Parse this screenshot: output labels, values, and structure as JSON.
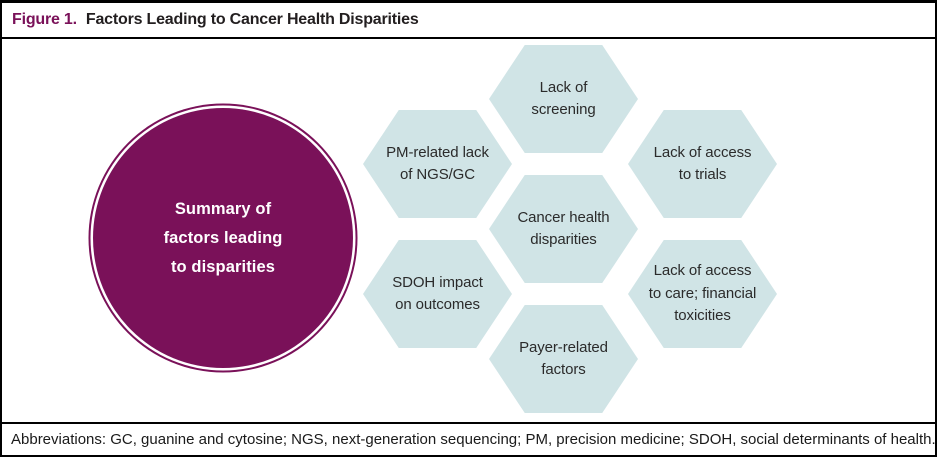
{
  "header": {
    "figure_label": "Figure 1.",
    "title": "Factors Leading to Cancer Health Disparities"
  },
  "circle": {
    "label": "Summary of\nfactors leading\nto disparities"
  },
  "hexagons": [
    {
      "id": "lack-of-screening",
      "label": "Lack of\nscreening"
    },
    {
      "id": "pm-related-lack",
      "label": "PM-related lack\nof NGS/GC"
    },
    {
      "id": "lack-of-access-to-trials",
      "label": "Lack of access\nto trials"
    },
    {
      "id": "cancer-health-disparities",
      "label": "Cancer health\ndisparities"
    },
    {
      "id": "sdoh-impact-on-outcomes",
      "label": "SDOH impact\non outcomes"
    },
    {
      "id": "lack-of-access-to-care",
      "label": "Lack of access\nto care; financial\ntoxicities"
    },
    {
      "id": "payer-related-factors",
      "label": "Payer-related\nfactors"
    }
  ],
  "footer": {
    "abbreviations": "Abbreviations: GC, guanine and cytosine; NGS, next-generation sequencing; PM, precision medicine; SDOH, social determinants of health."
  },
  "colors": {
    "accent_purple": "#7a1159",
    "hexagon_fill": "#d0e4e6",
    "text_dark": "#2b2b2b"
  }
}
